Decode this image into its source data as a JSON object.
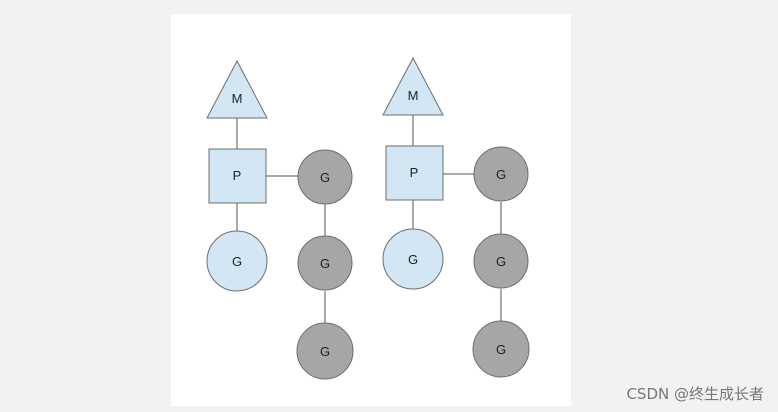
{
  "diagram": {
    "groups": [
      {
        "machine_label": "M",
        "processor_label": "P",
        "running_goroutine_label": "G",
        "queue_labels": [
          "G",
          "G",
          "G"
        ]
      },
      {
        "machine_label": "M",
        "processor_label": "P",
        "running_goroutine_label": "G",
        "queue_labels": [
          "G",
          "G",
          "G"
        ]
      }
    ],
    "colors": {
      "light_fill": "#d3e6f4",
      "dark_fill": "#a6a6a6",
      "stroke": "#6e6e6e",
      "connector": "#555555"
    }
  },
  "watermark": {
    "text": "CSDN @终生成长者"
  }
}
